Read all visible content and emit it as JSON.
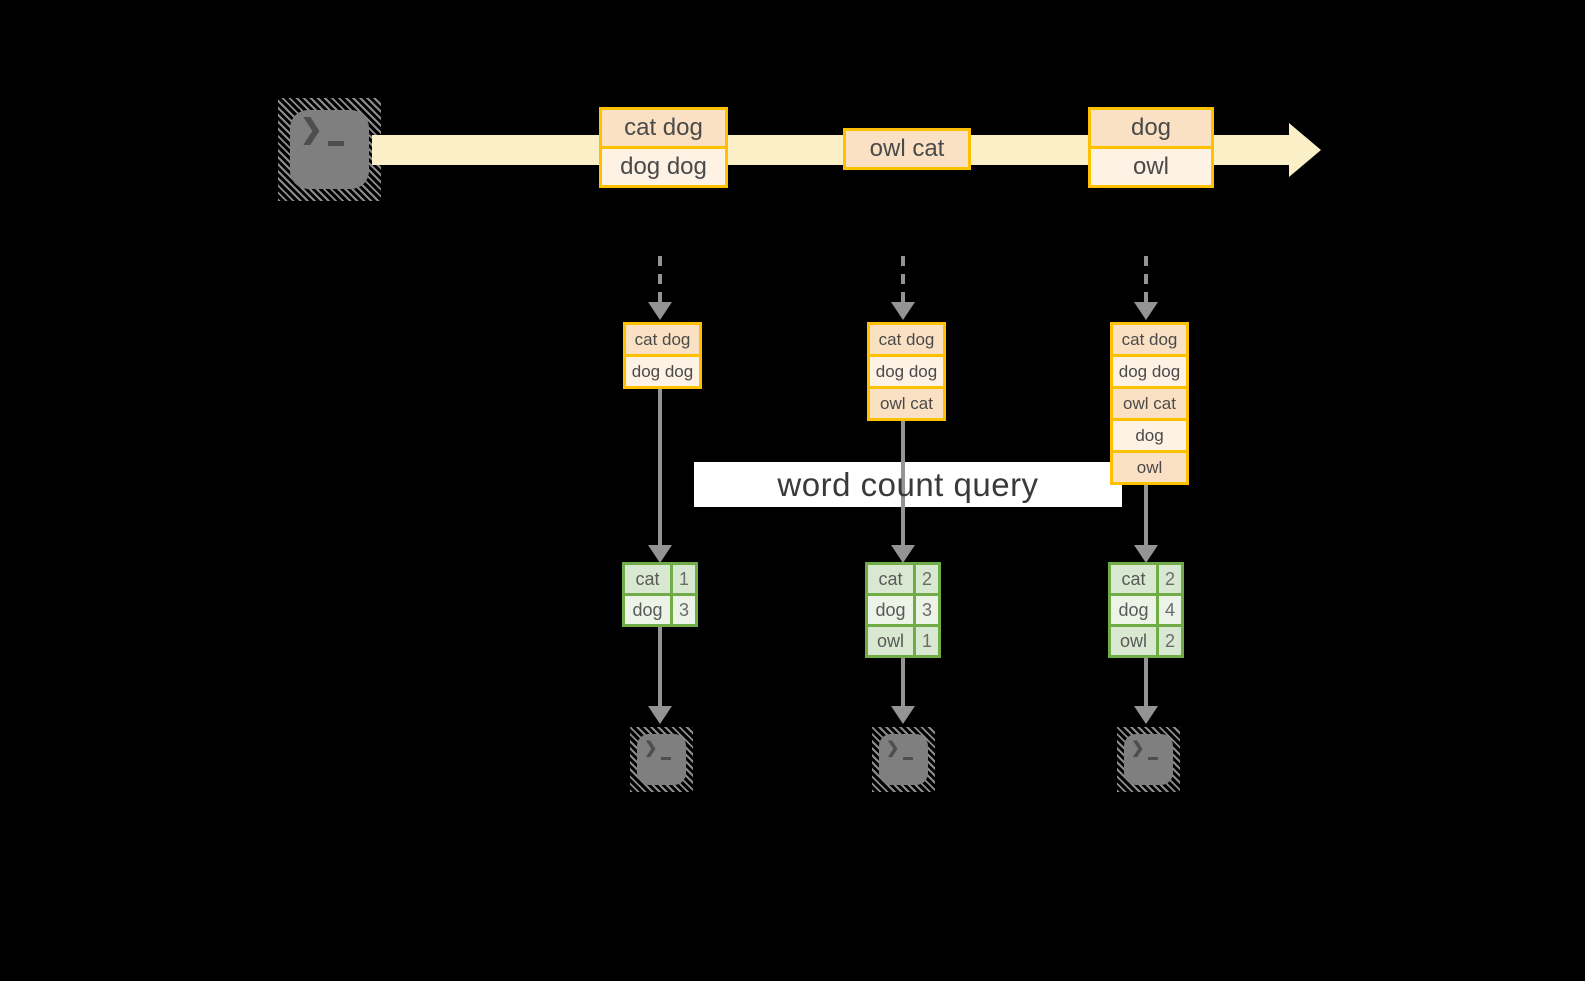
{
  "stream": {
    "events": [
      {
        "lines": [
          "cat dog",
          "dog dog"
        ]
      },
      {
        "lines": [
          "owl cat"
        ]
      },
      {
        "lines": [
          "dog",
          "owl"
        ]
      }
    ]
  },
  "query": {
    "label": "word count query"
  },
  "columns": [
    {
      "buffer": [
        "cat dog",
        "dog dog"
      ],
      "counts": [
        [
          "cat",
          "1"
        ],
        [
          "dog",
          "3"
        ]
      ]
    },
    {
      "buffer": [
        "cat dog",
        "dog dog",
        "owl cat"
      ],
      "counts": [
        [
          "cat",
          "2"
        ],
        [
          "dog",
          "3"
        ],
        [
          "owl",
          "1"
        ]
      ]
    },
    {
      "buffer": [
        "cat dog",
        "dog dog",
        "owl cat",
        "dog",
        "owl"
      ],
      "counts": [
        [
          "cat",
          "2"
        ],
        [
          "dog",
          "4"
        ],
        [
          "owl",
          "2"
        ]
      ]
    }
  ],
  "icons": {
    "prompt_chevron": "❯",
    "source": "terminal-icon",
    "sinks": [
      "terminal-icon",
      "terminal-icon",
      "terminal-icon"
    ]
  },
  "colors": {
    "background": "#000000",
    "stream_fill": "#FBEFC8",
    "gold_border": "#FFC000",
    "record_fill_dark": "#FAE1C3",
    "record_fill_light": "#FDF2E4",
    "green_border": "#70AD47",
    "green_fill_dark": "#D9E8D0",
    "green_fill_light": "#ECF3E7",
    "line_gray": "#949494",
    "terminal_gray": "#7F7F7F",
    "query_band": "#FFFFFF"
  }
}
